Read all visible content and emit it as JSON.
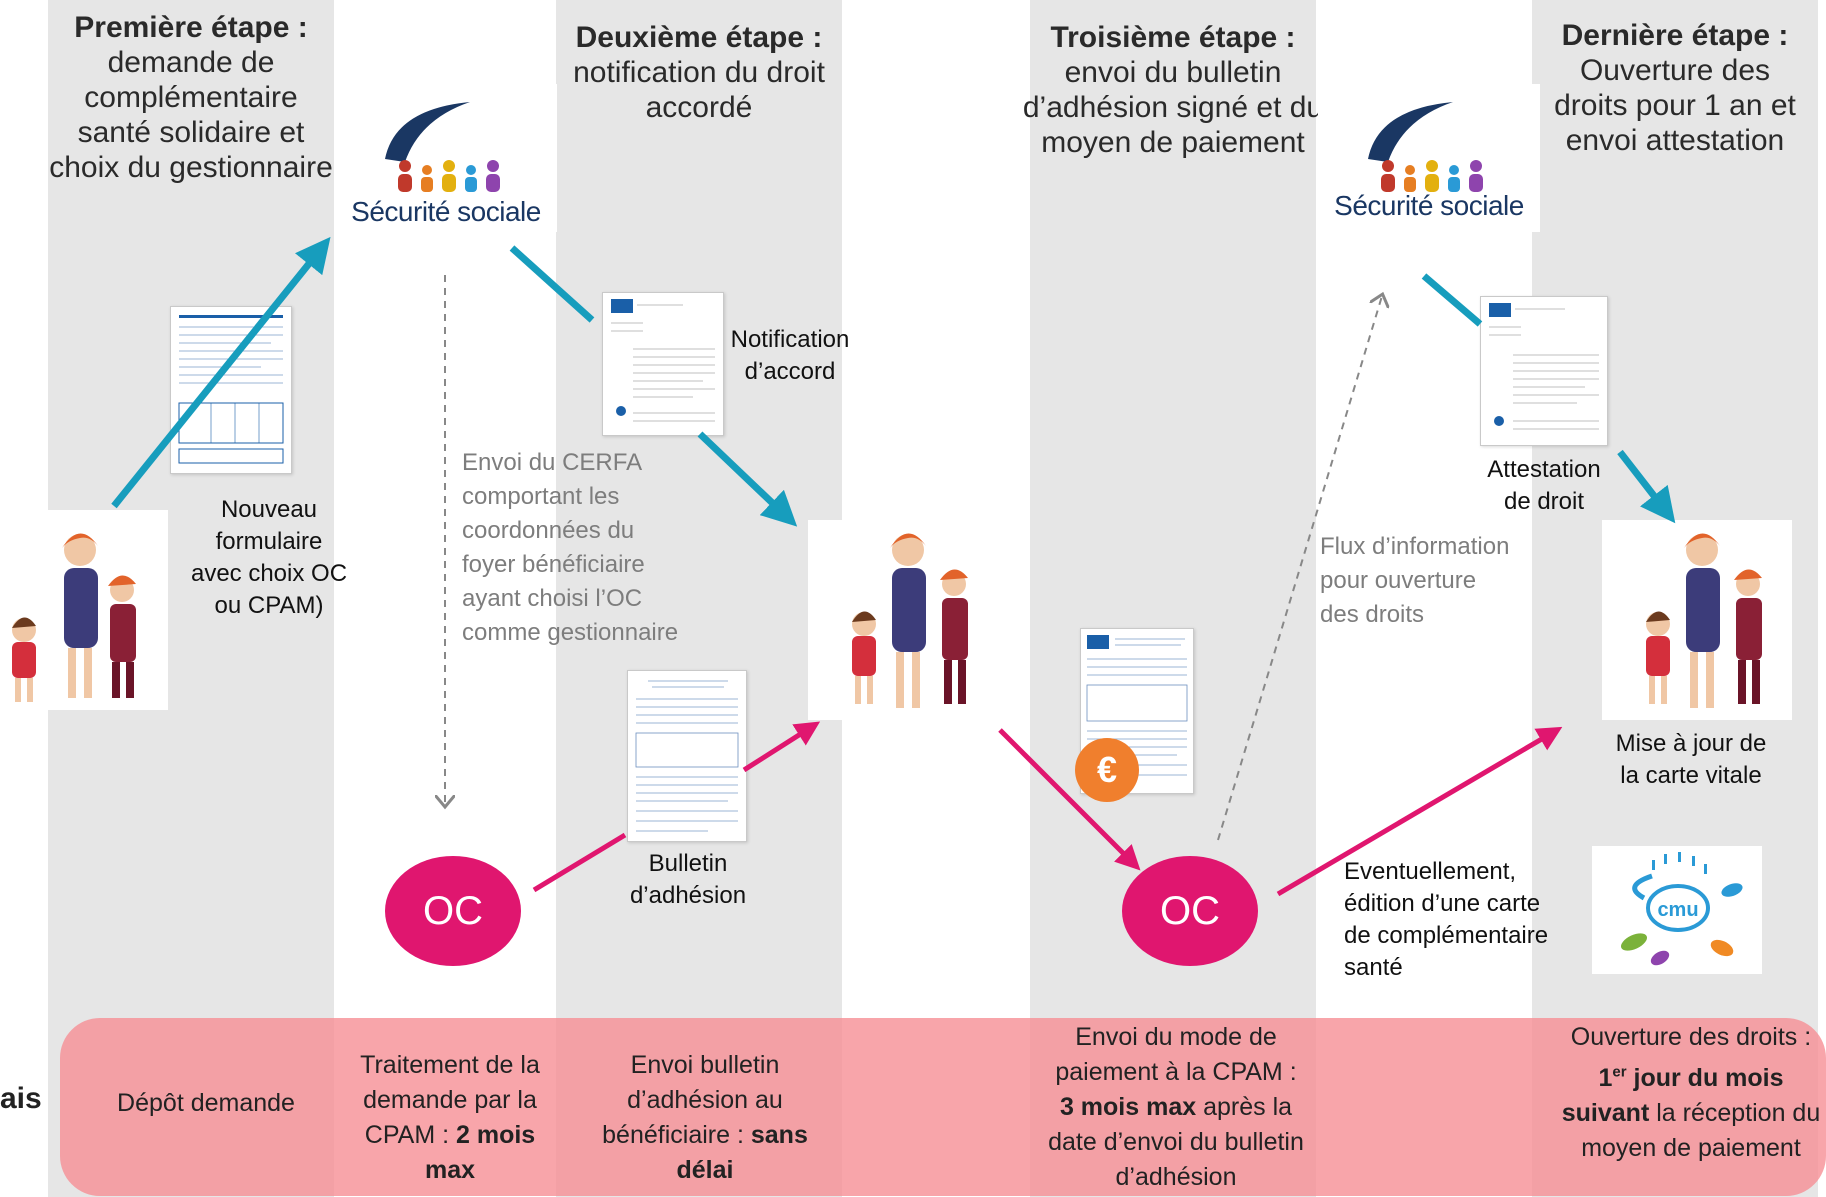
{
  "colors": {
    "teal_arrow": "#179dbd",
    "pink_arrow": "#e0166f",
    "timeline_band": "#f68c92",
    "column_bg": "#e6e6e6",
    "euro_badge": "#f07f2d",
    "logo_navy": "#1a3763"
  },
  "stages": [
    {
      "title": "Première étape :",
      "body": "demande de complémentaire santé solidaire et choix du gestionnaire"
    },
    {
      "title": "Deuxième étape :",
      "body": "notification du droit accordé"
    },
    {
      "title": "Troisième étape :",
      "body": "envoi du bulletin d’adhésion signé et du moyen de paiement"
    },
    {
      "title": "Dernière étape :",
      "body": "Ouverture des droits pour 1 an et envoi attestation"
    }
  ],
  "logos": {
    "secu_text": "Sécurité sociale",
    "cmu_text": "cmu"
  },
  "labels": {
    "nouveau_formulaire": "Nouveau formulaire avec choix OC ou CPAM)",
    "notification": "Notification d’accord",
    "bulletin": "Bulletin d’adhésion",
    "attestation": "Attestation de droit",
    "mise_a_jour": "Mise à jour de la carte vitale",
    "eventuellement": "Eventuellement, édition d’une carte de complémentaire santé",
    "envoi_cerfa": "Envoi du CERFA comportant les coordonnées du foyer bénéficiaire ayant choisi l’OC comme gestionnaire",
    "flux": "Flux d’information pour ouverture des droits",
    "oc": "OC",
    "euro": "€"
  },
  "timeline": {
    "side_label": "ais",
    "depot": "Dépôt demande",
    "traitement_a": "Traitement de la demande par la CPAM : ",
    "traitement_b": "2 mois max",
    "envoi_bulletin_a": "Envoi bulletin d’adhésion au bénéficiaire : ",
    "envoi_bulletin_b": "sans délai",
    "envoi_mode_a": "Envoi du mode de paiement à la CPAM : ",
    "envoi_mode_b": "3 mois max",
    "envoi_mode_c": " après la date d’envoi du bulletin d’adhésion",
    "ouverture_a": "Ouverture des droits : ",
    "ouverture_b1": "1",
    "ouverture_sup": "er",
    "ouverture_b2": " jour du mois suivant",
    "ouverture_c": " la réception du moyen de paiement"
  }
}
